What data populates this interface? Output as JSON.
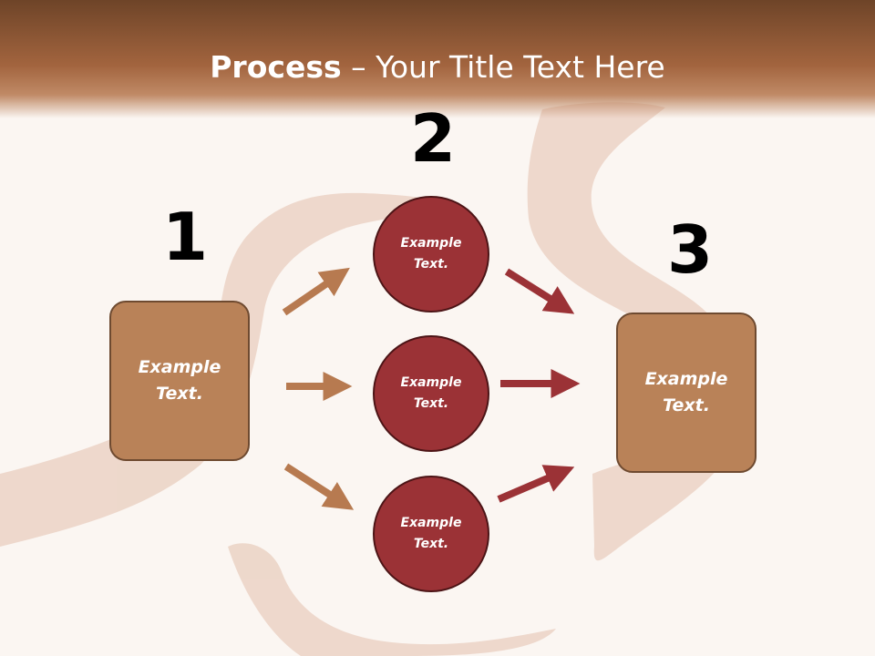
{
  "header": {
    "title_bold": "Process",
    "title_dash": " – ",
    "title_rest": "Your Title Text Here"
  },
  "steps": {
    "one": "1",
    "two": "2",
    "three": "3"
  },
  "nodes": {
    "left_box": "Example\nText.",
    "circle_top": "Example\nText.",
    "circle_middle": "Example\nText.",
    "circle_bottom": "Example\nText.",
    "right_box": "Example\nText."
  },
  "colors": {
    "header_dark": "#6e4428",
    "box_fill": "#b98258",
    "circle_fill": "#9b3236",
    "arrow_left": "#b77a50",
    "arrow_right": "#9b3236"
  }
}
